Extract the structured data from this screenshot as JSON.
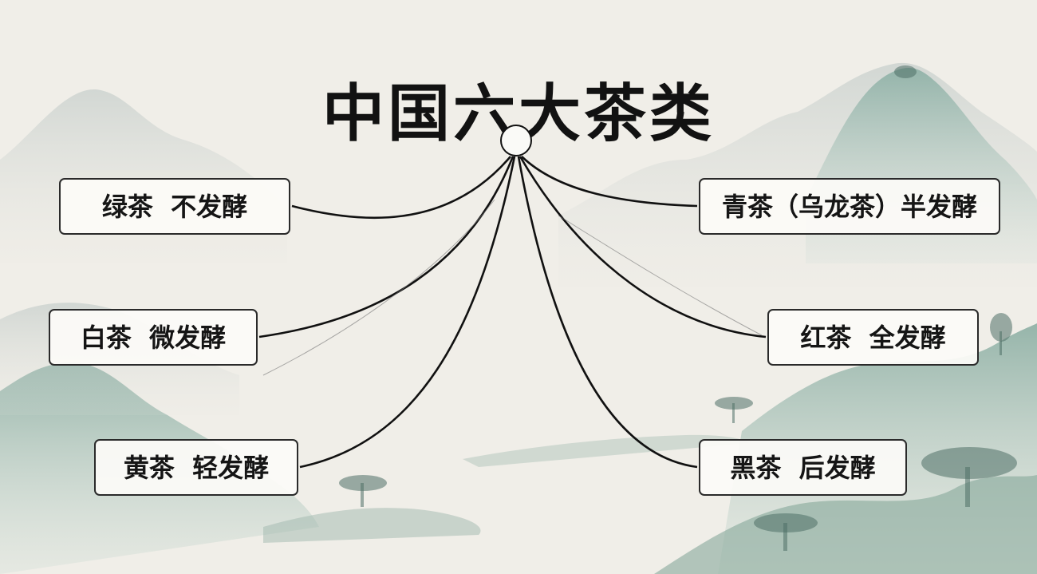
{
  "title": "中国六大茶类",
  "categories": [
    {
      "id": "green",
      "label": "绿茶  不发酵"
    },
    {
      "id": "white",
      "label": "白茶  微发酵"
    },
    {
      "id": "yellow",
      "label": "黄茶  轻发酵"
    },
    {
      "id": "oolong",
      "label": "青茶（乌龙茶）半发酵"
    },
    {
      "id": "red",
      "label": "红茶  全发酵"
    },
    {
      "id": "dark",
      "label": "黑茶  后发酵"
    }
  ],
  "colors": {
    "background": "#f0eee8",
    "ink": "#111111",
    "mountain_green": "#8fb5aa",
    "mountain_mist": "#d9ddd8"
  }
}
